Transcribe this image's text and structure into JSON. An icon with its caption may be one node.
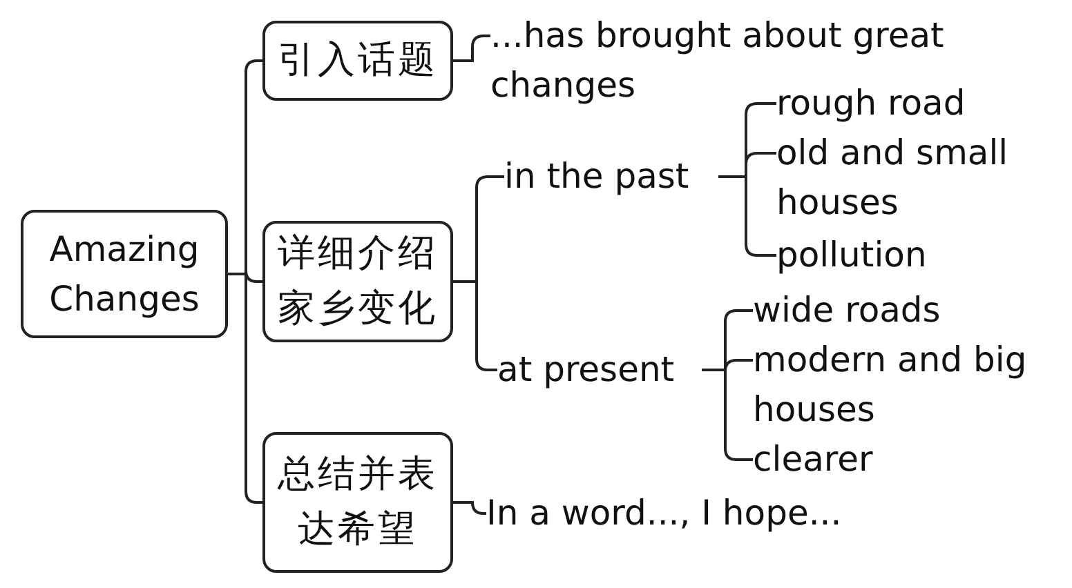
{
  "diagram": {
    "nodes": [
      {
        "text": [
          "Amazing Changes"
        ]
      },
      {
        "text": [
          "引入话题"
        ]
      },
      {
        "text": [
          "详细介绍家乡变化"
        ]
      },
      {
        "text": [
          "总结并表达希望"
        ]
      },
      {
        "text": [
          "...has brought about great changes"
        ]
      },
      {
        "text": [
          "in the past"
        ]
      },
      {
        "text": [
          "at present"
        ]
      },
      {
        "text": [
          "rough road"
        ]
      },
      {
        "text": [
          "old and small houses"
        ]
      },
      {
        "text": [
          "pollution"
        ]
      },
      {
        "text": [
          "wide roads"
        ]
      },
      {
        "text": [
          "modern and big houses"
        ]
      },
      {
        "text": [
          "clearer"
        ]
      },
      {
        "text": [
          "In a word..., I hope..."
        ]
      }
    ],
    "edges": [
      {
        "from": 0,
        "to": 1,
        "arrow": "none"
      },
      {
        "from": 0,
        "to": 2,
        "arrow": "none"
      },
      {
        "from": 0,
        "to": 3,
        "arrow": "none"
      },
      {
        "from": 1,
        "to": 4,
        "arrow": "none"
      },
      {
        "from": 2,
        "to": 5,
        "arrow": "none"
      },
      {
        "from": 2,
        "to": 6,
        "arrow": "none"
      },
      {
        "from": 5,
        "to": 7,
        "arrow": "none"
      },
      {
        "from": 5,
        "to": 8,
        "arrow": "none"
      },
      {
        "from": 5,
        "to": 9,
        "arrow": "none"
      },
      {
        "from": 6,
        "to": 10,
        "arrow": "none"
      },
      {
        "from": 6,
        "to": 11,
        "arrow": "none"
      },
      {
        "from": 6,
        "to": 12,
        "arrow": "none"
      },
      {
        "from": 3,
        "to": 13,
        "arrow": "none"
      }
    ]
  }
}
